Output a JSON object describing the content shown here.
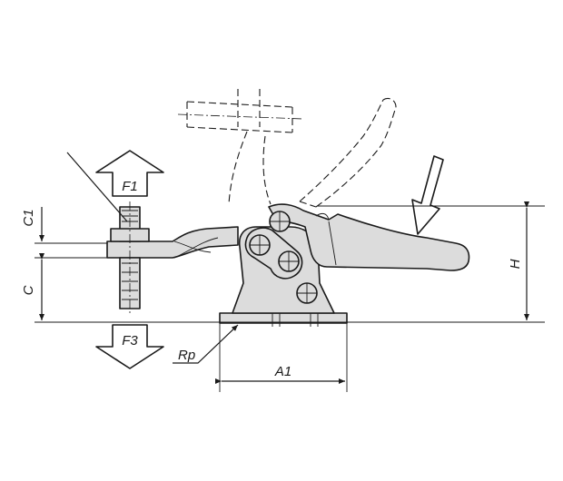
{
  "labels": {
    "f1": "F1",
    "f3": "F3",
    "c1": "C1",
    "c": "C",
    "h": "H",
    "rd": "Rp",
    "a1": "A1"
  }
}
